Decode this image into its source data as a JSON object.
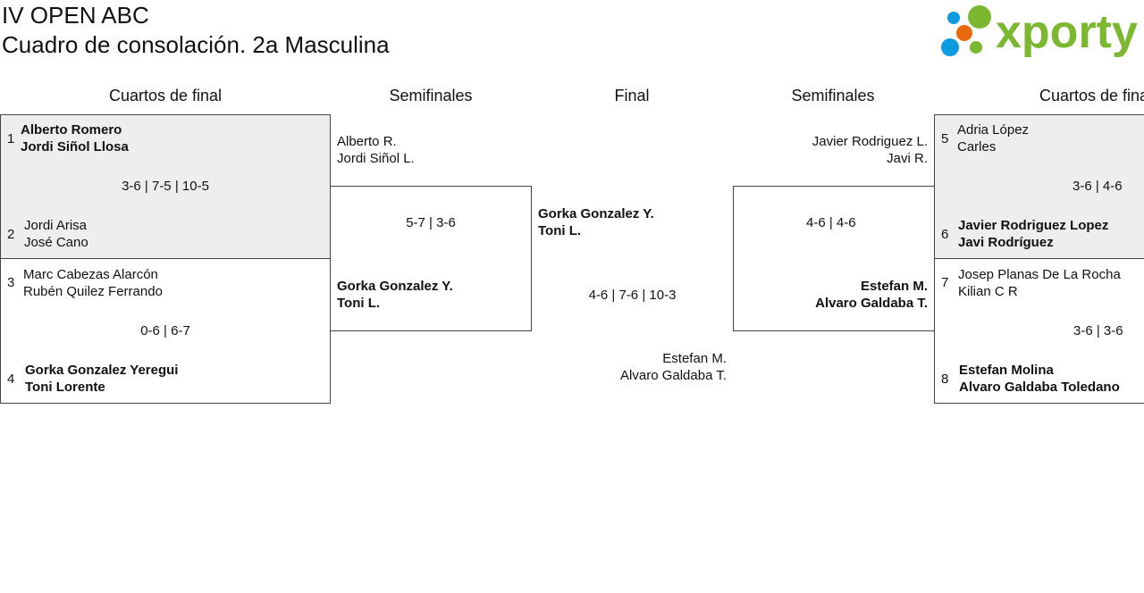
{
  "header": {
    "title": "IV OPEN ABC",
    "subtitle": "Cuadro de consolación. 2a Masculina",
    "logo_text": "xporty"
  },
  "colors": {
    "logo_green": "#7cb82f",
    "logo_blue": "#0d9be0",
    "logo_orange": "#e8690e",
    "winner_bg": "#eeeeee"
  },
  "rounds": {
    "left_qf": "Cuartos de final",
    "left_sf": "Semifinales",
    "final": "Final",
    "right_sf": "Semifinales",
    "right_qf": "Cuartos de final"
  },
  "quarterfinals": [
    {
      "seed_a": "1",
      "a1": "Alberto Romero",
      "a2": "Jordi Siñol Llosa",
      "score": "3-6 | 7-5 | 10-5",
      "seed_b": "2",
      "b1": "Jordi Arisa",
      "b2": "José Cano"
    },
    {
      "seed_a": "3",
      "a1": "Marc Cabezas Alarcón",
      "a2": "Rubén Quilez Ferrando",
      "score": "0-6 | 6-7",
      "seed_b": "4",
      "b1": "Gorka Gonzalez Yeregui",
      "b2": "Toni Lorente"
    },
    {
      "seed_a": "5",
      "a1": "Adria López",
      "a2": "Carles",
      "score": "3-6 | 4-6",
      "seed_b": "6",
      "b1": "Javier Rodriguez Lopez",
      "b2": "Javi Rodríguez"
    },
    {
      "seed_a": "7",
      "a1": "Josep Planas De La Rocha",
      "a2": "Kilian C R",
      "score": "3-6 | 3-6",
      "seed_b": "8",
      "b1": "Estefan Molina",
      "b2": "Alvaro Galdaba Toledano"
    }
  ],
  "semifinals": [
    {
      "a1": "Alberto R.",
      "a2": "Jordi Siñol L.",
      "score": "5-7 | 3-6",
      "b1": "Gorka Gonzalez Y.",
      "b2": "Toni L."
    },
    {
      "a1": "Javier Rodriguez L.",
      "a2": "Javi R.",
      "score": "4-6 | 4-6",
      "b1": "Estefan M.",
      "b2": "Alvaro Galdaba T."
    }
  ],
  "final": {
    "a1": "Gorka Gonzalez Y.",
    "a2": "Toni L.",
    "score": "4-6 | 7-6 | 10-3",
    "b1": "Estefan M.",
    "b2": "Alvaro Galdaba T."
  }
}
